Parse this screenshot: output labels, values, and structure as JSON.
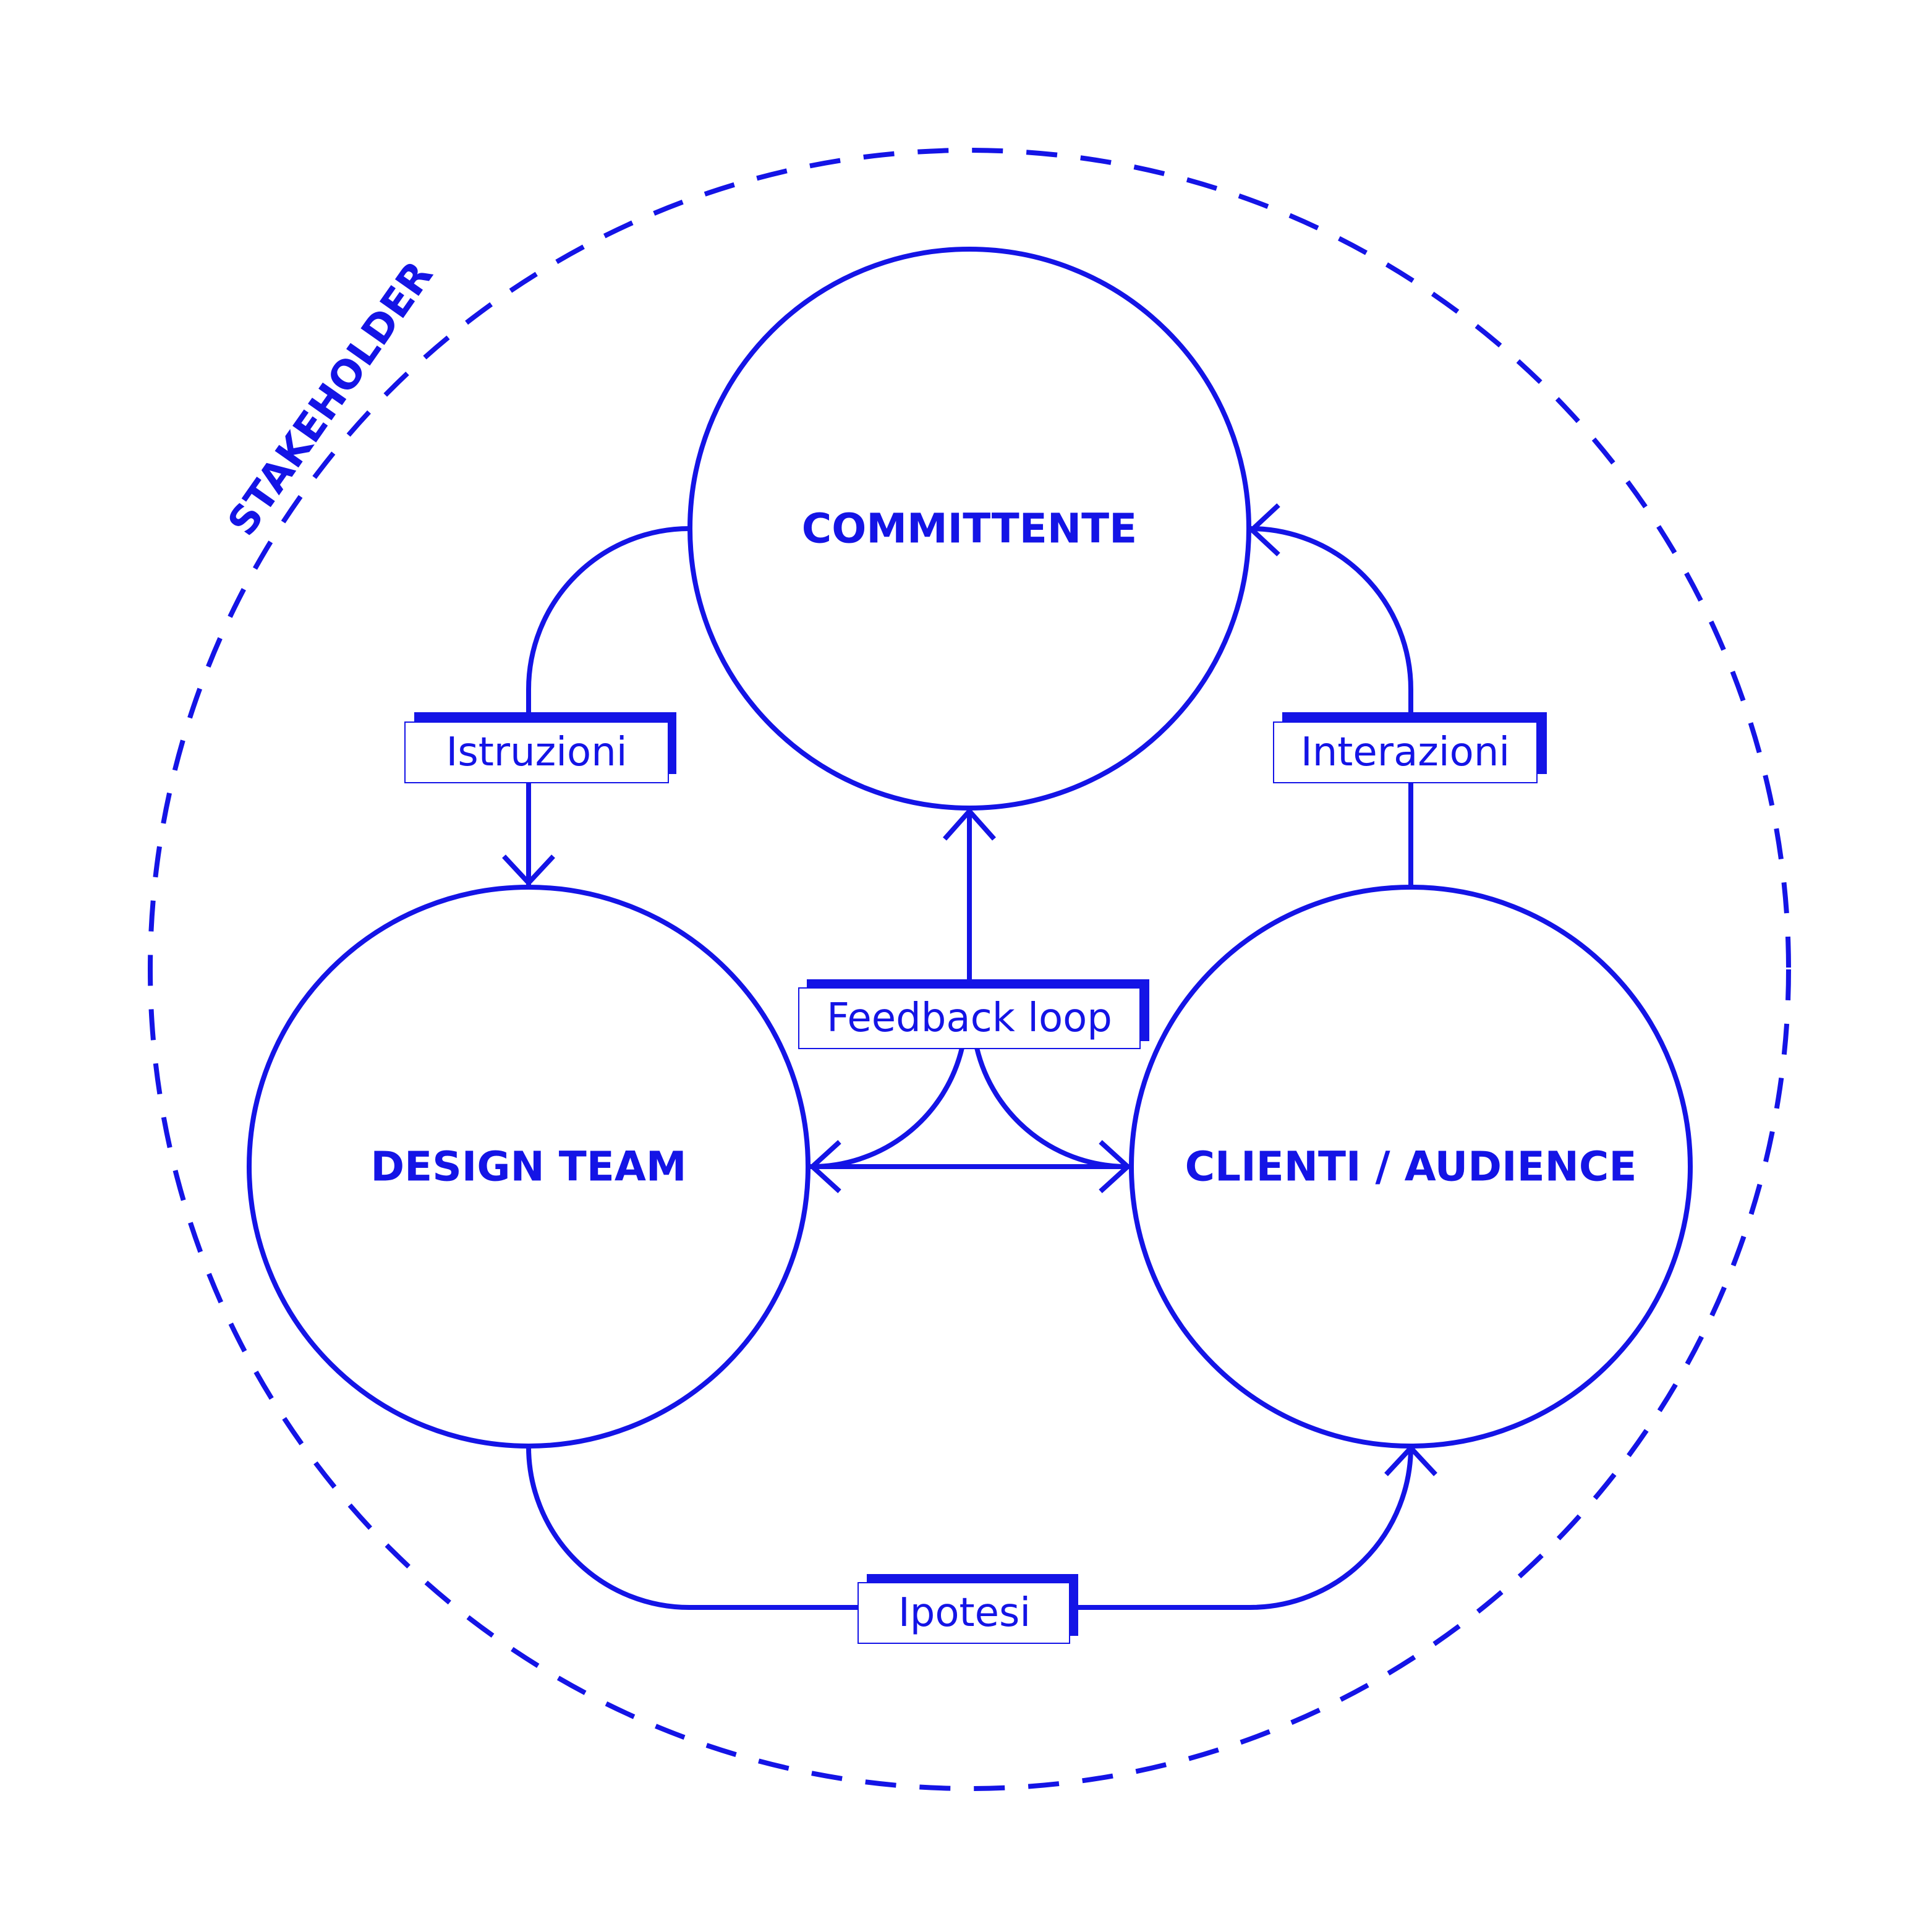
{
  "colors": {
    "primary": "#1414e6",
    "background": "#ffffff"
  },
  "outer": {
    "label": "STAKEHOLDER"
  },
  "nodes": {
    "committente": {
      "label": "COMMITTENTE"
    },
    "design_team": {
      "label": "DESIGN TEAM"
    },
    "clienti": {
      "label": "CLIENTI / AUDIENCE"
    }
  },
  "edges": {
    "istruzioni": {
      "label": "Istruzioni"
    },
    "interazioni": {
      "label": "Interazioni"
    },
    "feedback": {
      "label": "Feedback loop"
    },
    "ipotesi": {
      "label": "Ipotesi"
    }
  }
}
